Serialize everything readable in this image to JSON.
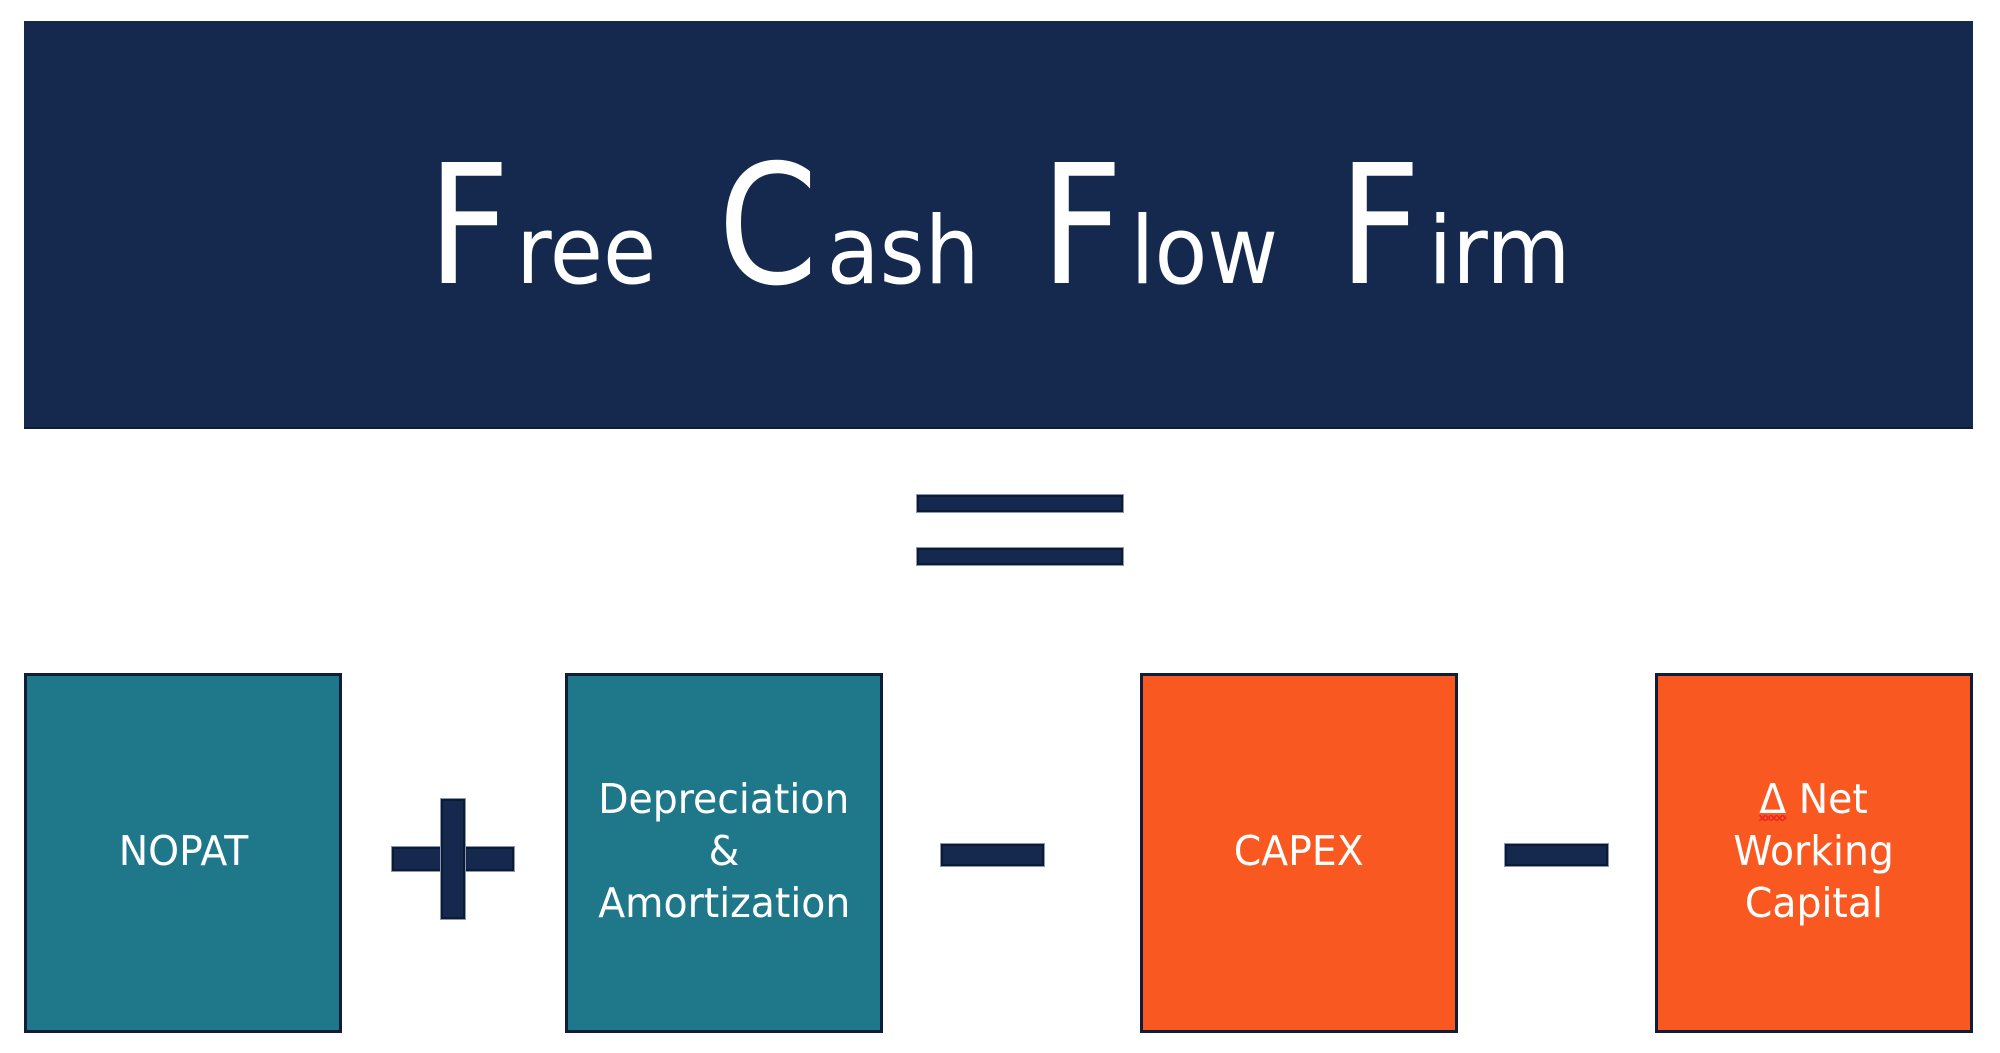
{
  "title": {
    "words": [
      {
        "initial": "F",
        "rest": "ree"
      },
      {
        "initial": "C",
        "rest": "ash"
      },
      {
        "initial": "F",
        "rest": "low"
      },
      {
        "initial": "F",
        "rest": "irm"
      }
    ],
    "full_text": "Free Cash Flow Firm"
  },
  "equation": {
    "equals_symbol": "=",
    "terms": [
      {
        "id": "nopat",
        "lines": [
          "NOPAT"
        ],
        "sign": "",
        "color": "#1f778a"
      },
      {
        "id": "depreciation-amortization",
        "lines": [
          "Depreciation",
          "&",
          "Amortization"
        ],
        "sign": "+",
        "color": "#1f778a"
      },
      {
        "id": "capex",
        "lines": [
          "CAPEX"
        ],
        "sign": "−",
        "color": "#f95821"
      },
      {
        "id": "net-working-capital",
        "delta_symbol": "Δ",
        "lines": [
          "Net",
          "Working",
          "Capital"
        ],
        "sign": "−",
        "color": "#f95821"
      }
    ]
  },
  "colors": {
    "banner": "#15294f",
    "operator": "#15294f",
    "positive_term": "#1f778a",
    "negative_term": "#f95821",
    "text": "#ffffff",
    "spellcheck_underline": "#e8232a"
  }
}
